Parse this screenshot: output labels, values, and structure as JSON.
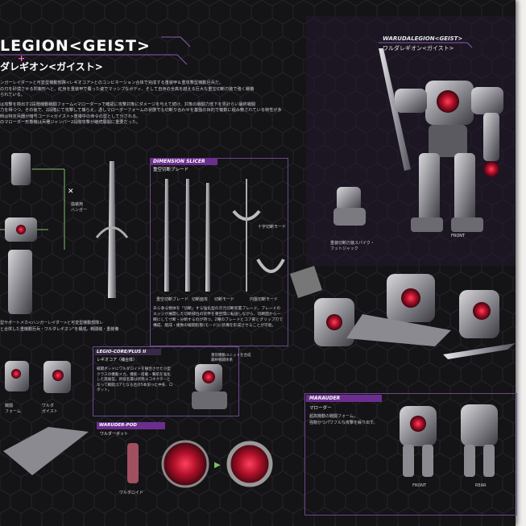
{
  "header": {
    "title_en": "LEGION<GEIST>",
    "title_jp": "ダレギオン<ガイスト>",
    "plus_mark": "+"
  },
  "right_header": {
    "title_en": "WARUDALEGION<GEIST>",
    "title_jp": "ワルダレギオン<ガイスト>"
  },
  "intro_text": [
    "ンガーレイダー>と可変型機動部隊<レギオコア>とのコンビネーション合体で完成する重装甲＆重攻撃型機動巨兵だ。",
    "の刃を砂漠させる閃紫形へと、紅身を重装甲で覆った姿でマッシブなボディ、そして自身の全高を越える巨大な重宝切断刃装で強く戦機",
    "られている。",
    "は攻撃を検出す2段階機動戦闘フォーム<マローダー>で確認に攻撃対象にダメージを与えて続け、対象の戦闘力低下を見計らい最終戦闘",
    "力を得つつ、その後で、2段階にて攻撃して捕らえ、憑しマローダーフォームの状態でも切断り合わせを基盤の目的で複数に組み敷されている特性が多",
    "時は特定兵器が暗号コード<ガイスト>重複中の命令の型として分される。",
    "のマローダー形態機は兵種ジャンパー2段階攻撃が継続展開に重要だった。"
  ],
  "labels": {
    "hanger": "換装用\nハンガー",
    "dimension_slicer": "DIMENSION SLICER",
    "dimension_slicer_jp": "重空切断ブレード",
    "blade_caption_1": "重空切断ブレード",
    "blade_caption_2": "切断面攻",
    "blade_caption_3": "切断モード",
    "blade_caption_4": "円盤切断モード",
    "blade_caption_5": "十字切断モード",
    "blade_text": "あら争る物体を「切断」する強化型の次元切断装置ブレード。ブレードのエッジが展開した切断部位の装甲を重空間に転送しながら、切断面から一瞬にして寸断・分断するのが持つ。2種のブレードとコア部とグリップ刃で構成、組成・複数の戦闘形態(モード)に装備を形成させることが可能。",
    "support_text": "型サポートメカ<ハンガーレイダー>と可変型機動部隊レ\nと合体した重機動巨兵・ワルダレギオン\"を構成。戦闘装・重装備",
    "foot_caption": "重装切断刃装スパイク・\nフットジャック",
    "front_label": "FRONT",
    "legion_core": "LEGIO-CORE/PLUS II",
    "legion_core_jp": "レギオコア（補合体）",
    "legion_core_note": "重装機動ユニットを合成\n最終戦闘体系",
    "legion_core_text": "戦闘ボッドにワルダロイドを融合させた小型クラスの機動メカ。機能・搭載・撃航を強化した発展型。新技名最は状態ユコネクターとなって戦闘ゴアとなる合計5本加った中身、ロボット。",
    "marauder": "MARAUDER",
    "marauder_jp": "マローダー",
    "marauder_text": "超高機動の戦闘フォーム。\n強靭かつパワフルな攻撃を繰り出す。",
    "marauder_front": "FRONT",
    "marauder_rear": "REAR",
    "pod": "WARUDER-POD",
    "pod_jp": "ワルダーボット",
    "pod_caption": "ワルダロイド",
    "left_caption_1": "戦闘\nフォーム",
    "left_caption_2": "ワルダ\nガイスト"
  },
  "colors": {
    "panel_bg": "#141315",
    "accent_purple": "#6b2e8e",
    "text_light": "#e8e8ec",
    "red_core": "#c01830",
    "metal": "#9a9aa0"
  }
}
